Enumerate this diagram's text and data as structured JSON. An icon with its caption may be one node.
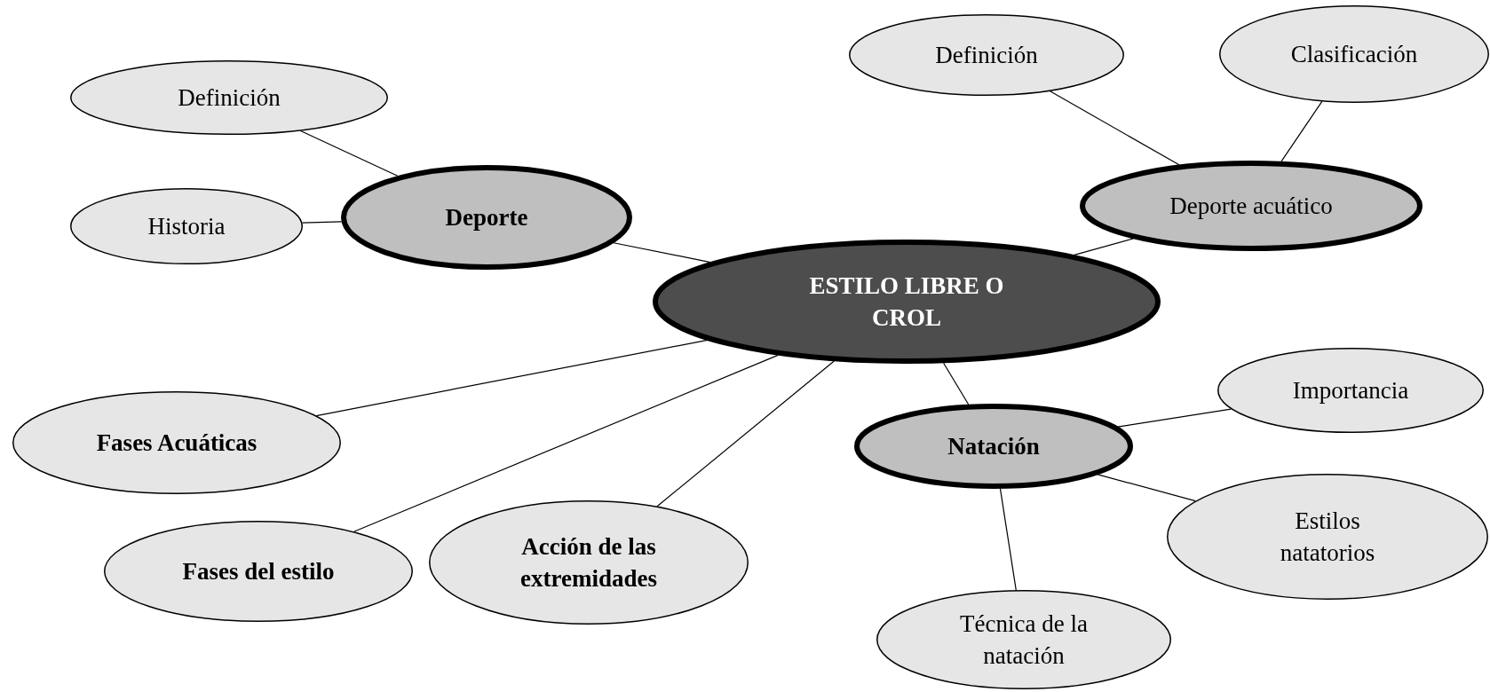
{
  "diagram": {
    "nodes": [
      {
        "text": [
          "ESTILO LIBRE O CROL"
        ]
      },
      {
        "text": [
          "Deporte"
        ]
      },
      {
        "text": [
          "Definición"
        ]
      },
      {
        "text": [
          "Historia"
        ]
      },
      {
        "text": [
          "Deporte acuático"
        ]
      },
      {
        "text": [
          "Definición"
        ]
      },
      {
        "text": [
          "Clasificación"
        ]
      },
      {
        "text": [
          "Natación"
        ]
      },
      {
        "text": [
          "Importancia"
        ]
      },
      {
        "text": [
          "Estilos natatorios"
        ]
      },
      {
        "text": [
          "Técnica de la natación"
        ]
      },
      {
        "text": [
          "Fases Acuáticas"
        ]
      },
      {
        "text": [
          "Fases del estilo"
        ]
      },
      {
        "text": [
          "Acción de las extremidades"
        ]
      }
    ],
    "edges": [
      {
        "from": 0,
        "to": 1,
        "arrow": "none"
      },
      {
        "from": 1,
        "to": 2,
        "arrow": "none"
      },
      {
        "from": 1,
        "to": 3,
        "arrow": "none"
      },
      {
        "from": 0,
        "to": 4,
        "arrow": "none"
      },
      {
        "from": 4,
        "to": 5,
        "arrow": "none"
      },
      {
        "from": 4,
        "to": 6,
        "arrow": "none"
      },
      {
        "from": 0,
        "to": 7,
        "arrow": "none"
      },
      {
        "from": 7,
        "to": 8,
        "arrow": "none"
      },
      {
        "from": 7,
        "to": 9,
        "arrow": "none"
      },
      {
        "from": 7,
        "to": 10,
        "arrow": "none"
      },
      {
        "from": 0,
        "to": 11,
        "arrow": "none"
      },
      {
        "from": 0,
        "to": 12,
        "arrow": "none"
      },
      {
        "from": 0,
        "to": 13,
        "arrow": "none"
      }
    ]
  }
}
